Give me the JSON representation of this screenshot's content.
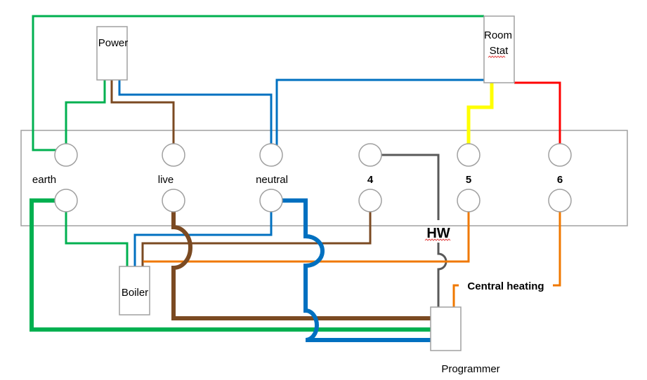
{
  "diagram": {
    "title": "Central heating wiring diagram",
    "components": {
      "power": {
        "label": "Power"
      },
      "room_stat": {
        "label_line1": "Room",
        "label_line2": "Stat"
      },
      "boiler": {
        "label": "Boiler"
      },
      "programmer": {
        "label": "Programmer"
      }
    },
    "junction_box": {
      "terminals": [
        {
          "id": "earth",
          "label": "earth",
          "bold": false
        },
        {
          "id": "live",
          "label": "live",
          "bold": false
        },
        {
          "id": "neutral",
          "label": "neutral",
          "bold": false
        },
        {
          "id": "t4",
          "label": "4",
          "bold": true
        },
        {
          "id": "t5",
          "label": "5",
          "bold": true
        },
        {
          "id": "t6",
          "label": "6",
          "bold": true
        }
      ]
    },
    "annotations": {
      "hw": "HW",
      "central_heating": "Central heating"
    },
    "wire_colors": {
      "earth": "#00b050",
      "live": "#7b4a22",
      "neutral": "#0070c0",
      "stat_switched": "#ffff00",
      "stat_feed": "#ff0000",
      "heating": "#f07800",
      "hot_water": "#595959",
      "outline": "#a0a0a0"
    },
    "connections": [
      {
        "from": "power",
        "to": "earth",
        "color": "earth"
      },
      {
        "from": "power",
        "to": "live",
        "color": "live"
      },
      {
        "from": "power",
        "to": "neutral",
        "color": "neutral"
      },
      {
        "from": "room_stat",
        "to": "earth",
        "color": "earth"
      },
      {
        "from": "room_stat",
        "to": "neutral",
        "color": "neutral"
      },
      {
        "from": "room_stat",
        "to": "5",
        "color": "stat_switched"
      },
      {
        "from": "room_stat",
        "to": "6",
        "color": "stat_feed"
      },
      {
        "from": "boiler",
        "to": "earth",
        "color": "earth"
      },
      {
        "from": "boiler",
        "to": "neutral",
        "color": "neutral"
      },
      {
        "from": "boiler",
        "to": "4",
        "color": "live"
      },
      {
        "from": "boiler",
        "to": "5",
        "color": "heating"
      },
      {
        "from": "programmer",
        "to": "earth",
        "color": "earth"
      },
      {
        "from": "programmer",
        "to": "live",
        "color": "live"
      },
      {
        "from": "programmer",
        "to": "neutral",
        "color": "neutral"
      },
      {
        "from": "programmer",
        "to": "4",
        "color": "hot_water",
        "label": "HW"
      },
      {
        "from": "programmer",
        "to": "6",
        "color": "heating",
        "label": "Central heating"
      }
    ]
  }
}
